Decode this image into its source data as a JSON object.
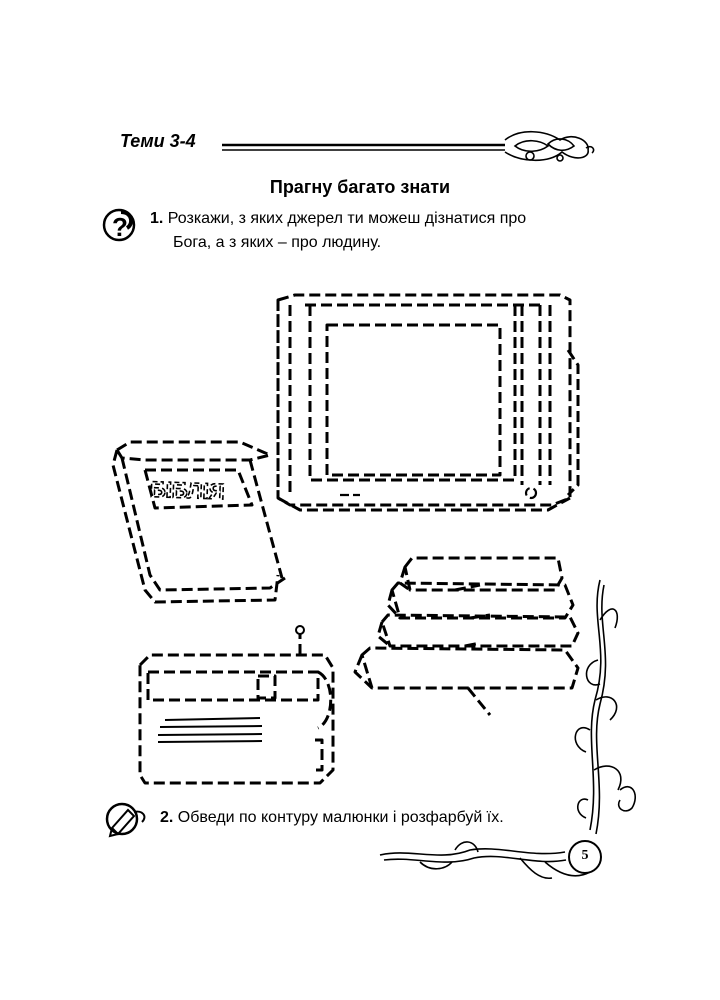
{
  "header": {
    "topic": "Теми 3-4",
    "title": "Прагну багато знати"
  },
  "task1": {
    "number": "1.",
    "text_line1": "Розкажи, з яких джерел ти можеш дізнатися про",
    "text_line2": "Бога, а з яких – про людину.",
    "icon": "question-icon"
  },
  "illustrations": {
    "book_label": "БІБЛІЯ",
    "items": [
      "tv-outline",
      "bible-outline",
      "books-stack-outline",
      "radio-outline"
    ]
  },
  "task2": {
    "number": "2.",
    "text": "Обведи по контуру малюнки і розфарбуй їх.",
    "icon": "pencil-hand-icon"
  },
  "footer": {
    "page_number": "5"
  }
}
